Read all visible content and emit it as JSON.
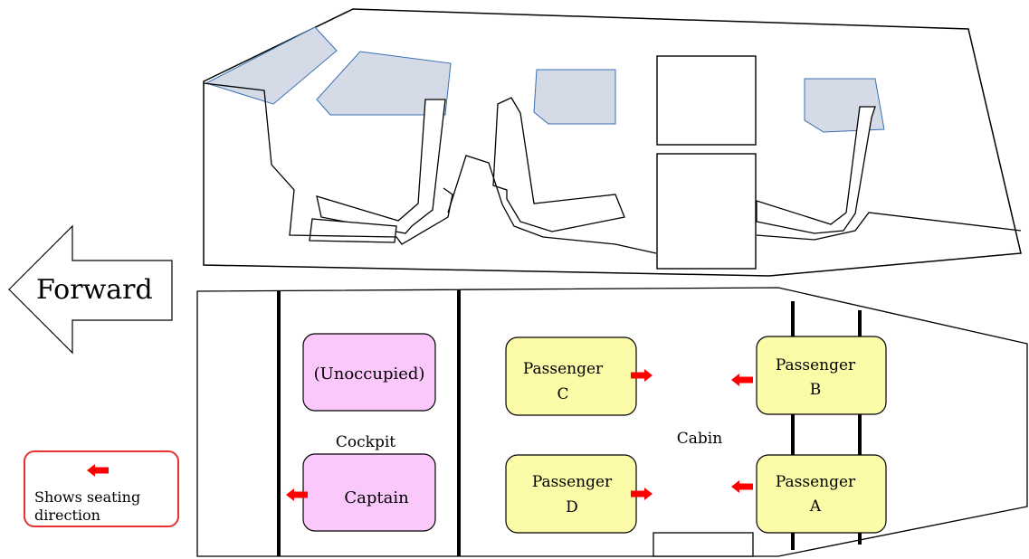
{
  "labels": {
    "forward": "Forward",
    "cockpit": "Cockpit",
    "cabin": "Cabin"
  },
  "seats": {
    "unoccupied": "(Unoccupied)",
    "captain": "Captain",
    "passenger_c": {
      "line1": "Passenger",
      "line2": "C"
    },
    "passenger_d": {
      "line1": "Passenger",
      "line2": "D"
    },
    "passenger_b": {
      "line1": "Passenger",
      "line2": "B"
    },
    "passenger_a": {
      "line1": "Passenger",
      "line2": "A"
    }
  },
  "legend": {
    "line1": "Shows seating",
    "line2": "direction"
  },
  "colors": {
    "cockpit_seat": "#fbc8fb",
    "cabin_seat": "#fbfba8",
    "arrow": "#ff0000",
    "window": "#d5dbe6",
    "legend_border": "#e83030"
  }
}
